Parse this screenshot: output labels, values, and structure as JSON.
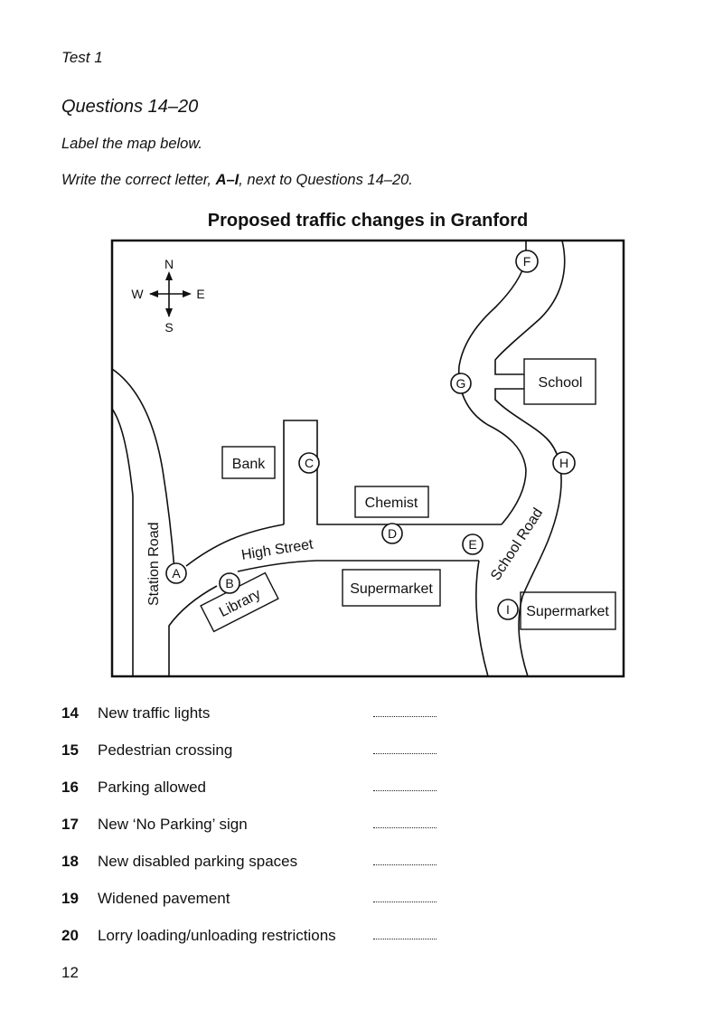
{
  "header": {
    "running_head": "Test 1",
    "section_heading": "Questions 14–20",
    "instruction_1": "Label the map below.",
    "instruction_2_pre": "Write the correct letter, ",
    "instruction_2_bold": "A–I",
    "instruction_2_post": ", next to Questions 14–20."
  },
  "map": {
    "title": "Proposed traffic changes in Granford",
    "compass": {
      "n": "N",
      "s": "S",
      "e": "E",
      "w": "W"
    },
    "roads": {
      "station_road": "Station Road",
      "high_street": "High Street",
      "school_road": "School Road"
    },
    "buildings": {
      "bank": "Bank",
      "chemist": "Chemist",
      "supermarket_high_street": "Supermarket",
      "library": "Library",
      "school": "School",
      "supermarket_school_road": "Supermarket"
    },
    "markers": {
      "a": "A",
      "b": "B",
      "c": "C",
      "d": "D",
      "e": "E",
      "f": "F",
      "g": "G",
      "h": "H",
      "i": "I"
    }
  },
  "questions": [
    {
      "number": "14",
      "text": "New traffic lights"
    },
    {
      "number": "15",
      "text": "Pedestrian crossing"
    },
    {
      "number": "16",
      "text": "Parking allowed"
    },
    {
      "number": "17",
      "text": "New ‘No Parking’ sign"
    },
    {
      "number": "18",
      "text": "New disabled parking spaces"
    },
    {
      "number": "19",
      "text": "Widened pavement"
    },
    {
      "number": "20",
      "text": "Lorry loading/unloading restrictions"
    }
  ],
  "page_number": "12"
}
